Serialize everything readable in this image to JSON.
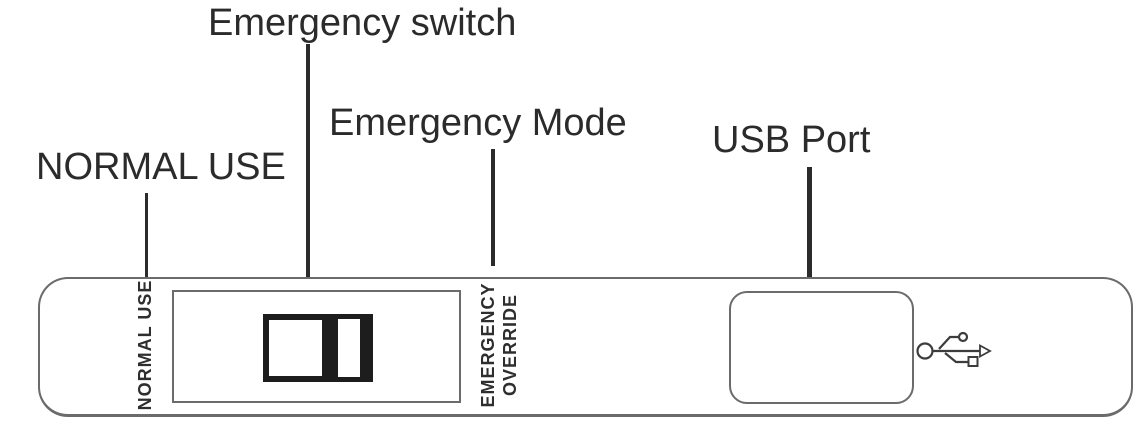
{
  "diagram": {
    "callouts": {
      "emergency_switch": "Emergency switch",
      "emergency_mode": "Emergency Mode",
      "normal_use": "NORMAL USE",
      "usb_port": "USB Port"
    },
    "panel_markings": {
      "normal_use_vertical": "NORMAL USE",
      "emergency_override_line1": "EMERGENCY",
      "emergency_override_line2": "OVERRIDE"
    },
    "icons": {
      "usb": "usb-trident-icon"
    },
    "colors": {
      "ink": "#2b2b2b",
      "outline_gray": "#6b6b6b",
      "switch_black": "#1d1d1d",
      "background": "#ffffff"
    }
  }
}
